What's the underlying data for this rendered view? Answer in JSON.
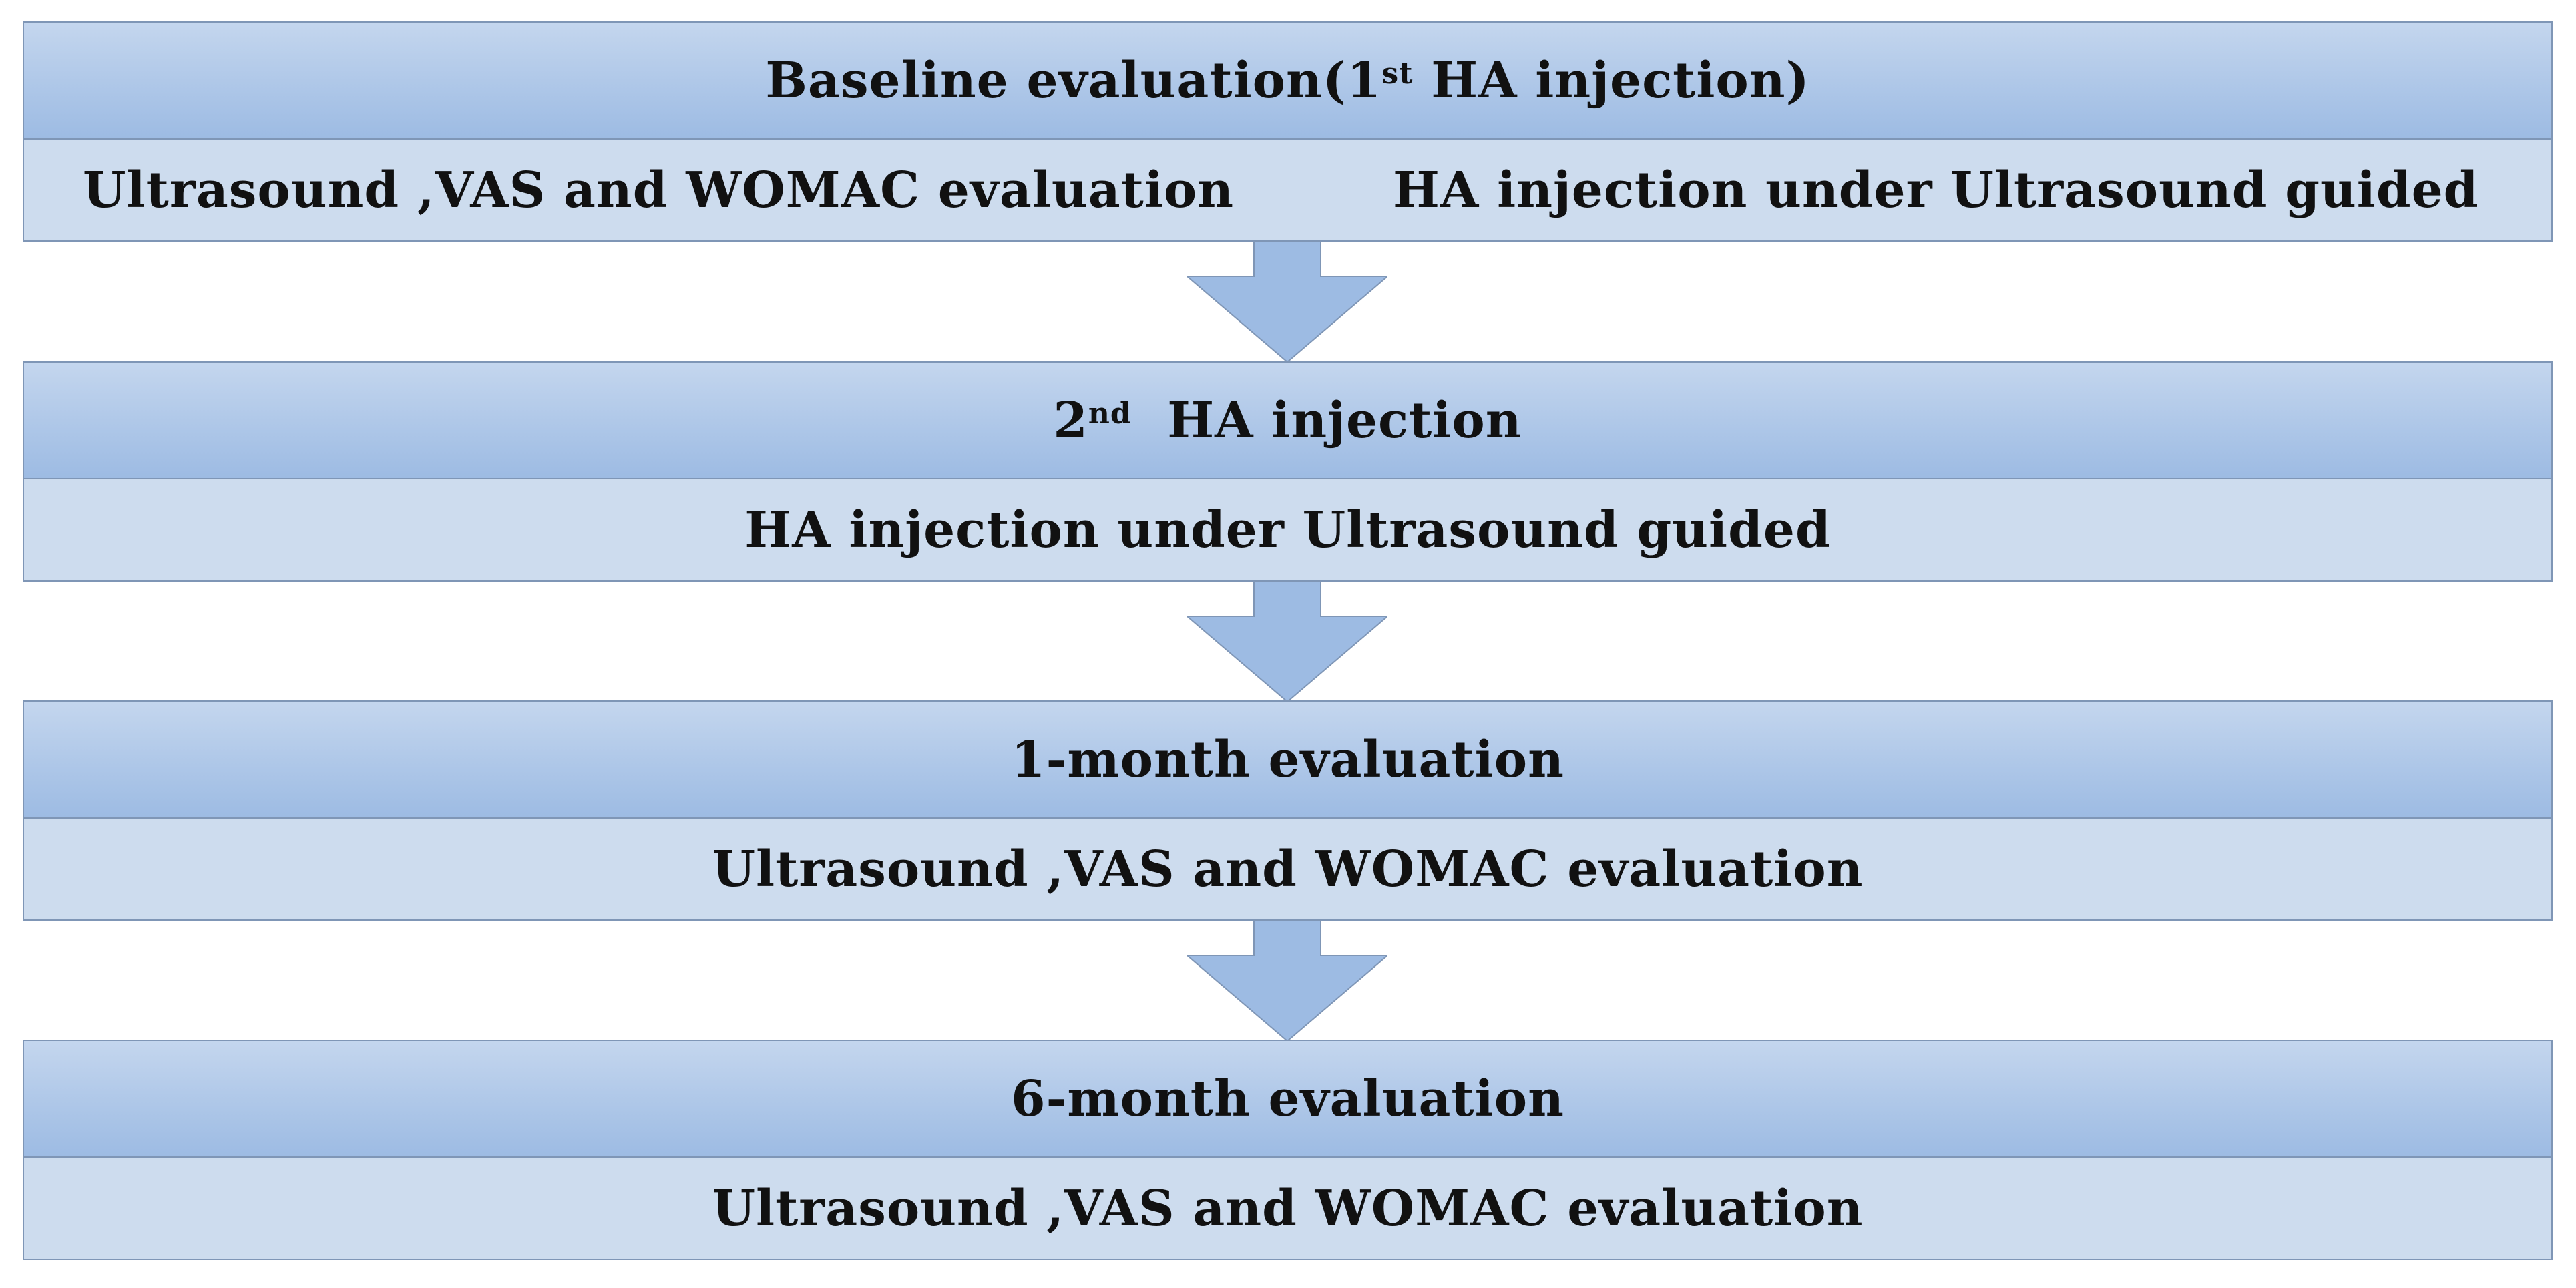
{
  "steps": [
    {
      "header_main": "Baseline evaluation(1",
      "header_sup": "st",
      "header_tail": " HA injection)",
      "body_left": "Ultrasound ,VAS and WOMAC evaluation",
      "body_right": "HA injection under Ultrasound guided"
    },
    {
      "header_pre": "2",
      "header_sup": "nd",
      "header_tail": "  HA injection",
      "body": "HA injection under Ultrasound guided"
    },
    {
      "header": "1-month evaluation",
      "body": "Ultrasound ,VAS and WOMAC evaluation"
    },
    {
      "header": "6-month evaluation",
      "body": "Ultrasound ,VAS and WOMAC evaluation"
    }
  ],
  "colors": {
    "header_fill": "#aec7e8",
    "body_fill": "#cddcee",
    "arrow_fill": "#9dbbe3",
    "border": "#7f96b6"
  },
  "icons": {
    "connector": "down-arrow-icon"
  }
}
